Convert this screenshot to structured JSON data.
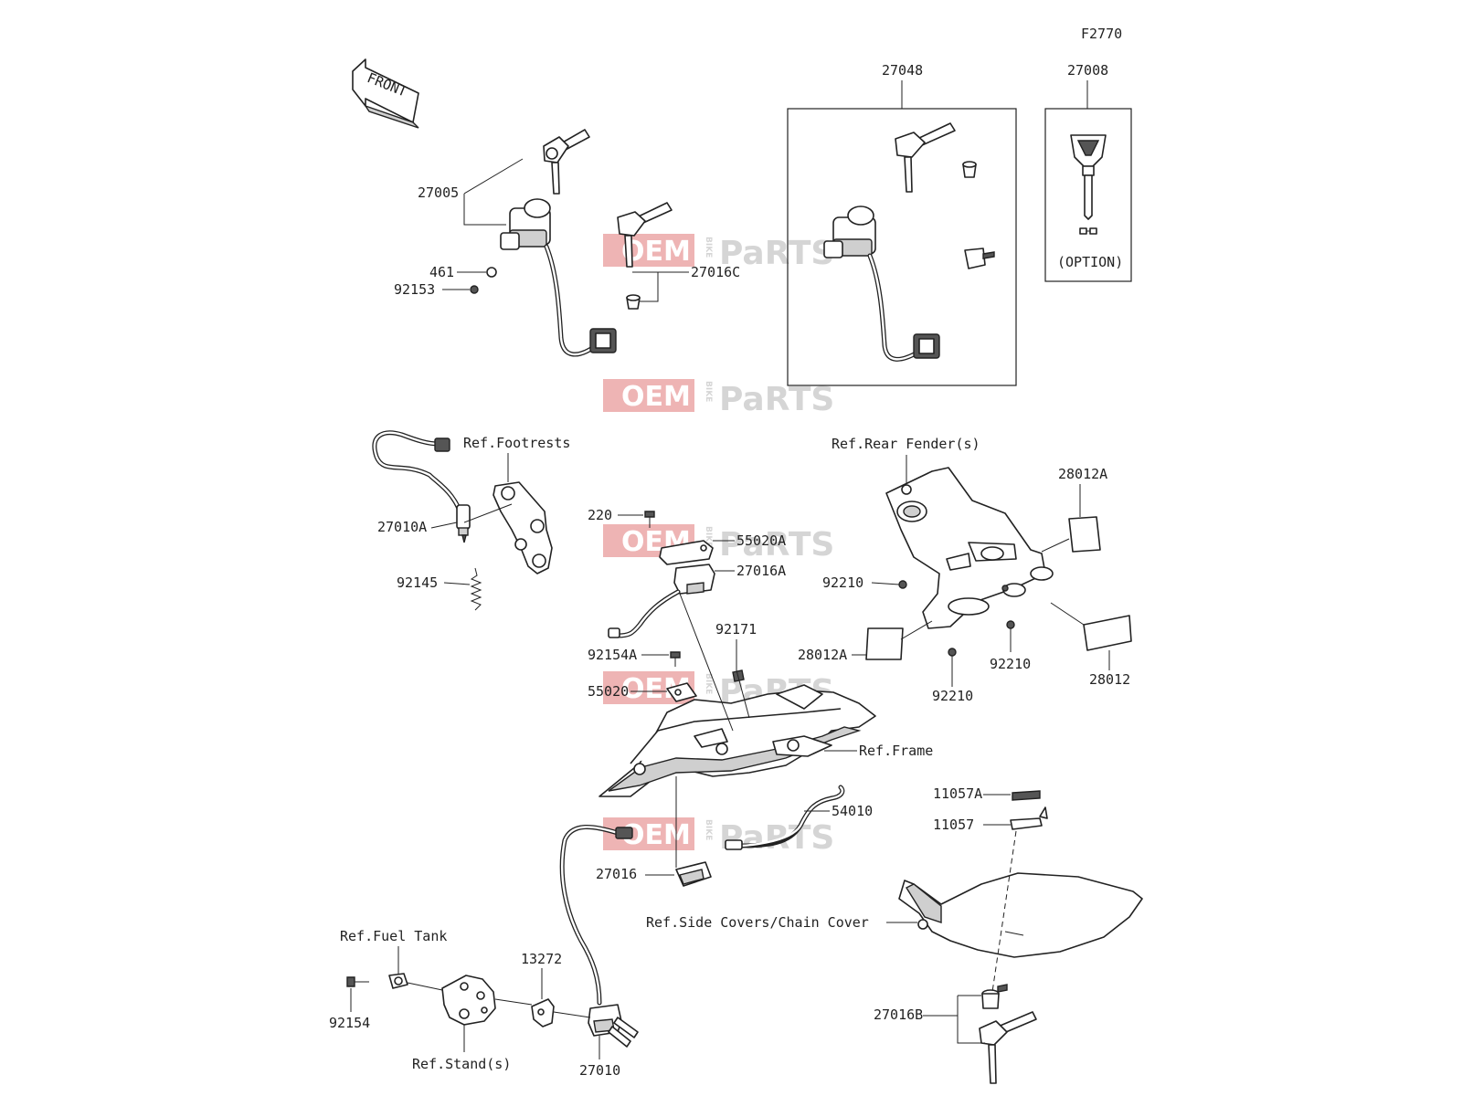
{
  "diagram_code": "F2770",
  "front_arrow": "FRONT",
  "option_note": "(OPTION)",
  "watermark": {
    "oem": "OEM",
    "bike": "BIKE",
    "parts": "PaRTS",
    "color": "#e89b9b"
  },
  "labels": {
    "p27048": "27048",
    "p27008": "27008",
    "p27005": "27005",
    "p461": "461",
    "p92153": "92153",
    "p27016C": "27016C",
    "ref_footrests": "Ref.Footrests",
    "p27010A": "27010A",
    "p92145": "92145",
    "ref_rear_fender": "Ref.Rear Fender(s)",
    "p28012A_top": "28012A",
    "p220": "220",
    "p55020A": "55020A",
    "p27016A": "27016A",
    "p92210_a": "92210",
    "p92171": "92171",
    "p92154A": "92154A",
    "p28012A_left": "28012A",
    "p92210_b": "92210",
    "p28012": "28012",
    "p55020": "55020",
    "p92210_c": "92210",
    "ref_frame": "Ref.Frame",
    "p11057A": "11057A",
    "p11057": "11057",
    "p54010": "54010",
    "p27016": "27016",
    "ref_side_covers": "Ref.Side Covers/Chain Cover",
    "ref_fuel_tank": "Ref.Fuel Tank",
    "p13272": "13272",
    "p92154": "92154",
    "ref_stands": "Ref.Stand(s)",
    "p27010": "27010",
    "p27016B": "27016B"
  }
}
